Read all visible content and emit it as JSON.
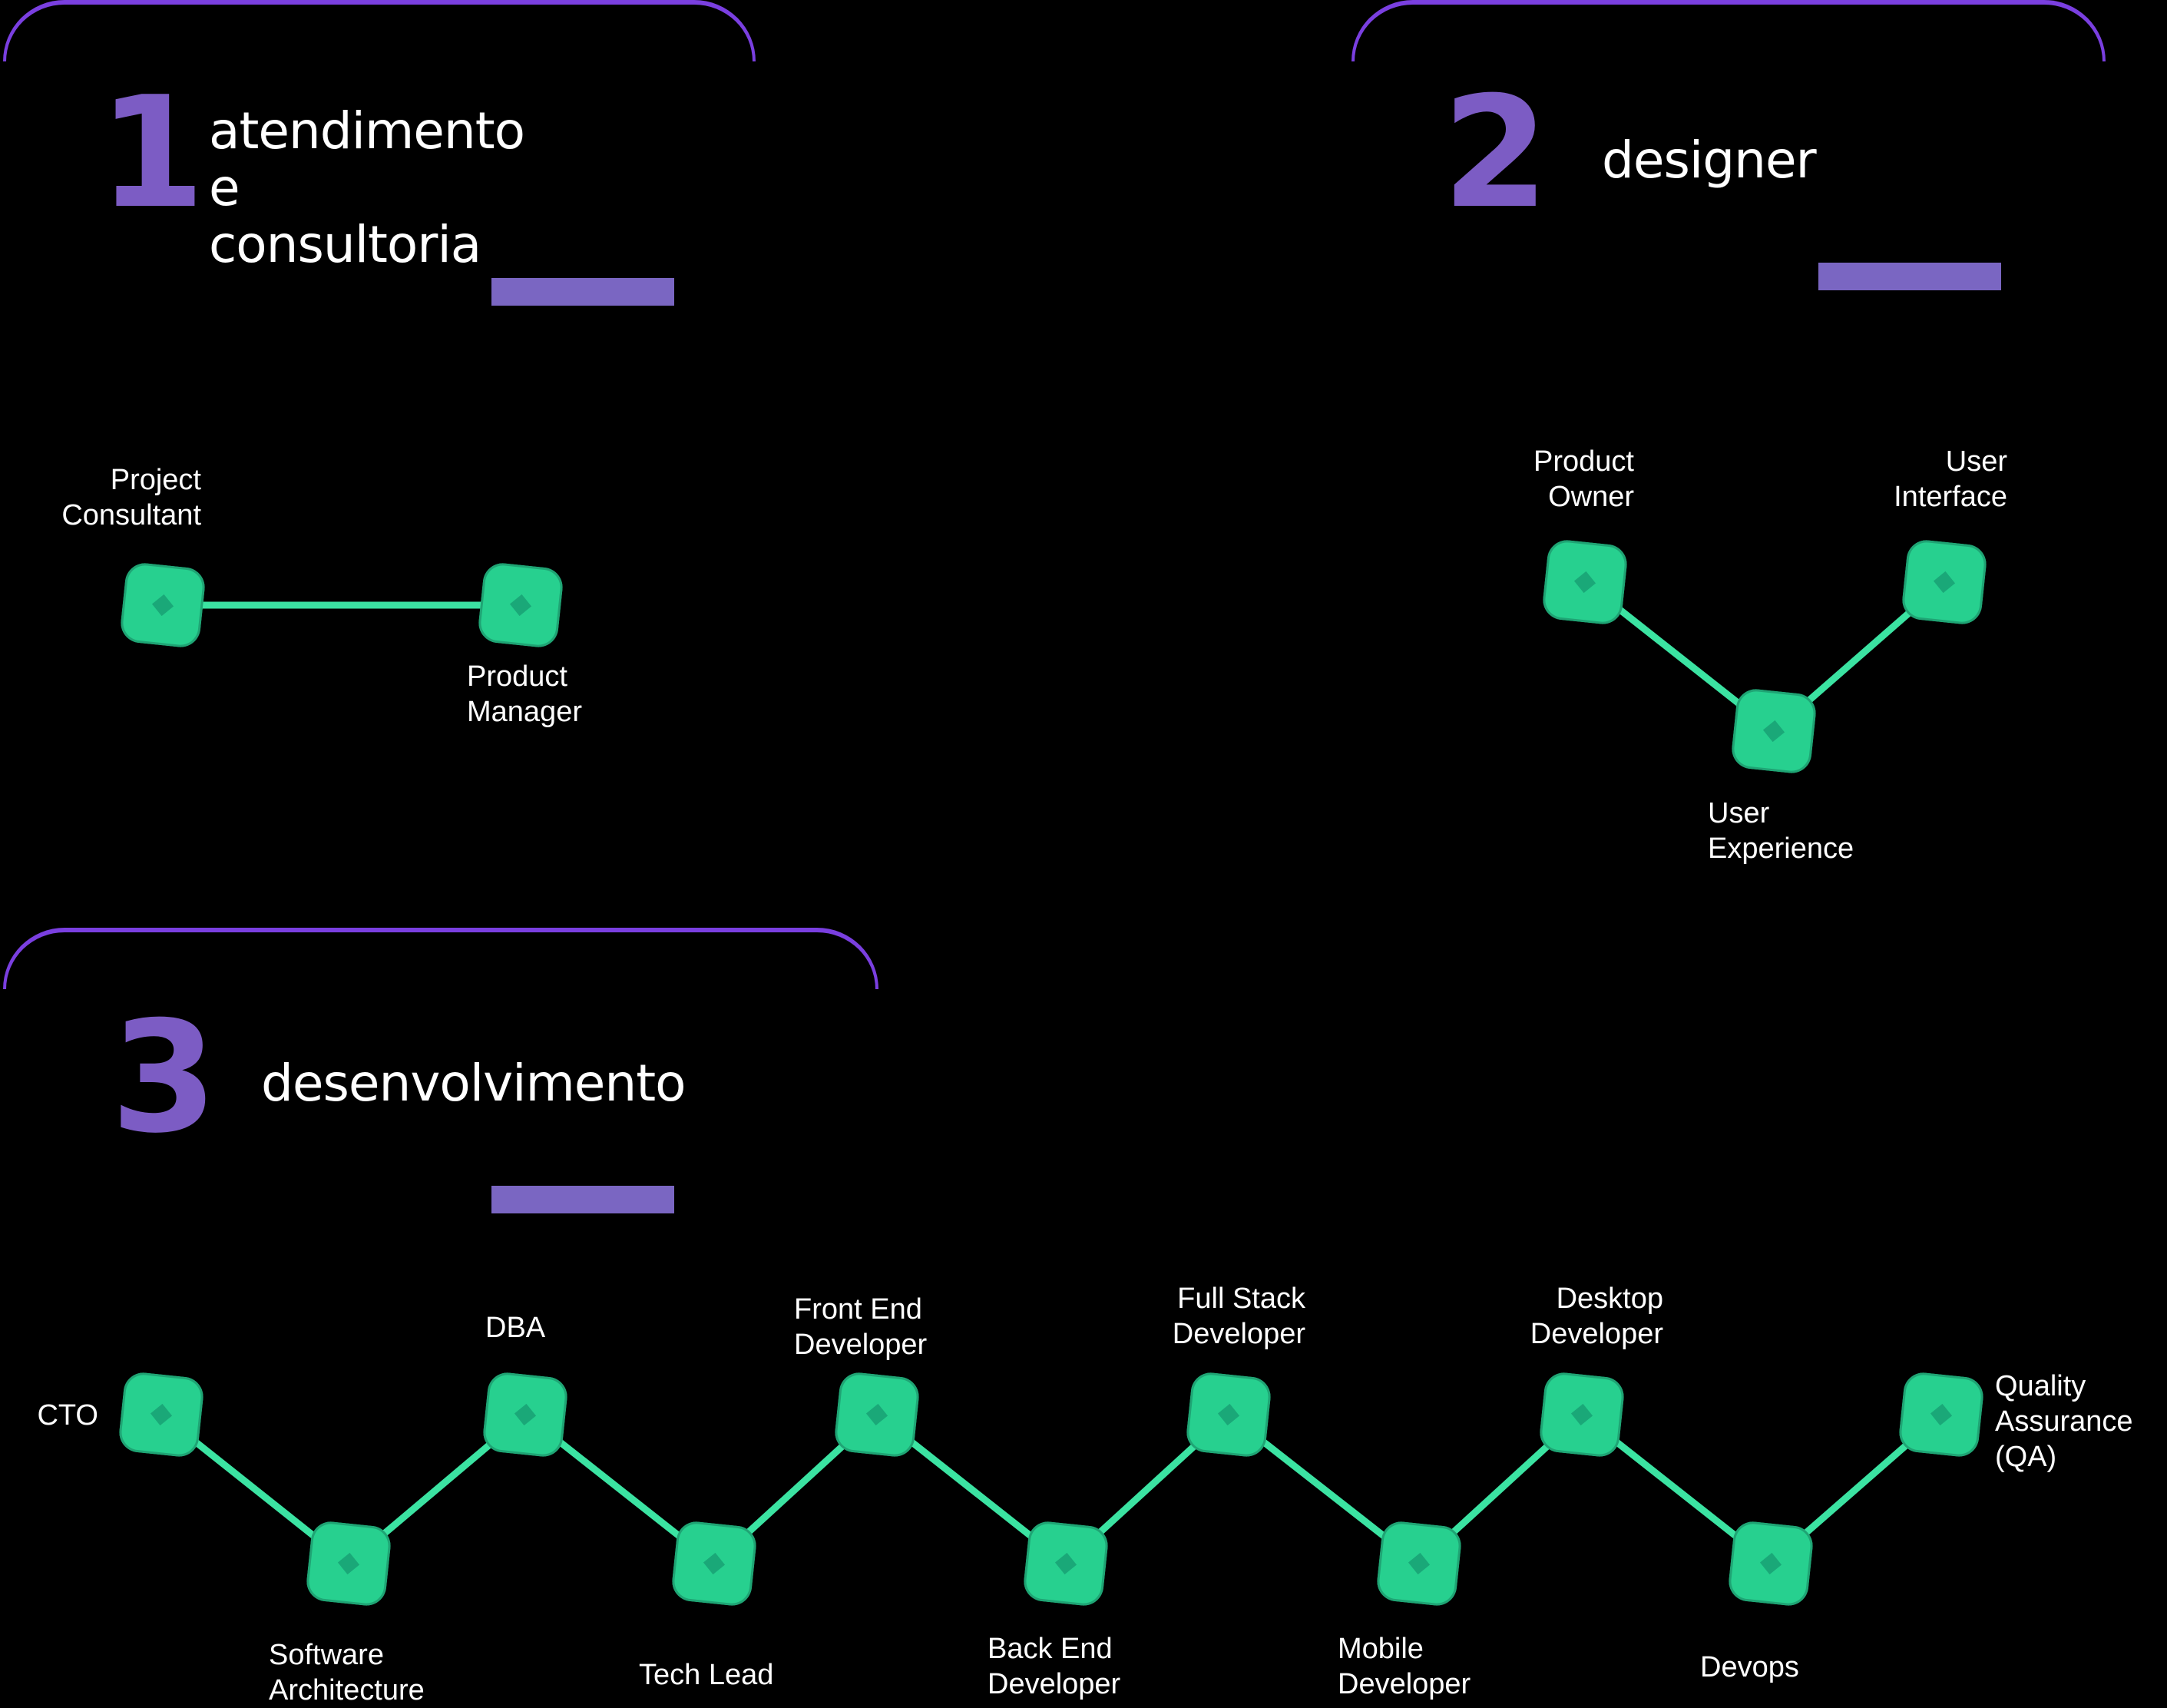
{
  "colors": {
    "accent": "#7a3fe0",
    "number": "#7c5cc4",
    "node": "#27d08f",
    "link": "#3be3a2"
  },
  "sections": [
    {
      "number": "1",
      "title_lines": [
        "atendimento",
        "e consultoria"
      ],
      "nodes": [
        {
          "label": "Project\nConsultant"
        },
        {
          "label": "Product\nManager"
        }
      ]
    },
    {
      "number": "2",
      "title_lines": [
        "designer"
      ],
      "nodes": [
        {
          "label": "Product\nOwner"
        },
        {
          "label": "User\nExperience"
        },
        {
          "label": "User\nInterface"
        }
      ]
    },
    {
      "number": "3",
      "title_lines": [
        "desenvolvimento"
      ],
      "nodes": [
        {
          "label": "CTO"
        },
        {
          "label": "Software\nArchitecture"
        },
        {
          "label": "DBA"
        },
        {
          "label": "Tech Lead"
        },
        {
          "label": "Front End\nDeveloper"
        },
        {
          "label": "Back End\nDeveloper"
        },
        {
          "label": "Full Stack\nDeveloper"
        },
        {
          "label": "Mobile\nDeveloper"
        },
        {
          "label": "Desktop\nDeveloper"
        },
        {
          "label": "Devops"
        },
        {
          "label": "Quality\nAssurance\n(QA)"
        }
      ]
    }
  ]
}
